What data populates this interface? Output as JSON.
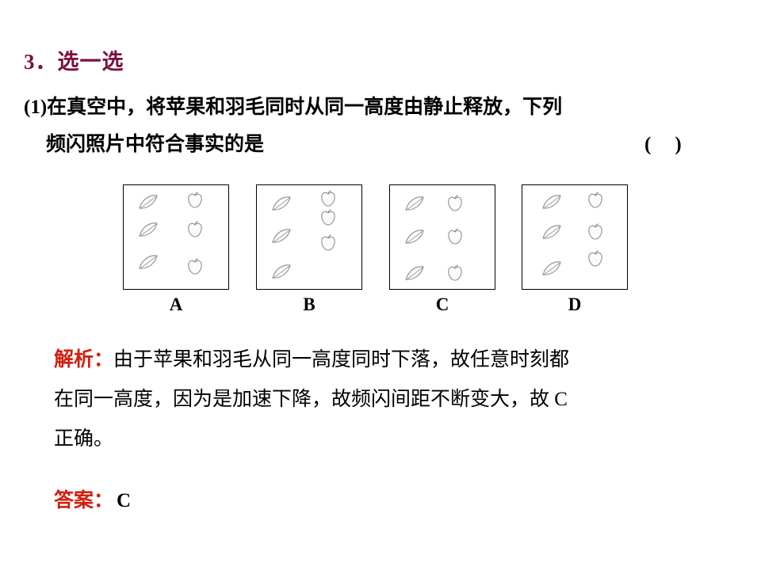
{
  "heading": "3．选一选",
  "question": {
    "line1": "(1)在真空中，将苹果和羽毛同时从同一高度由静止释放，下列",
    "line2": "频闪照片中符合事实的是",
    "paren_open": "(",
    "paren_close": ")"
  },
  "options": [
    {
      "label": "A"
    },
    {
      "label": "B"
    },
    {
      "label": "C"
    },
    {
      "label": "D"
    }
  ],
  "analysis": {
    "tag": "解析：",
    "line1": "由于苹果和羽毛从同一高度同时下落，故任意时刻都",
    "line2": "在同一高度，因为是加速下降，故频闪间距不断变大，故 C",
    "line3": "正确。"
  },
  "answer": {
    "tag": "答案：",
    "value": "C"
  },
  "colors": {
    "heading": "#7b1040",
    "accent_red": "#d21f10",
    "text": "#000000",
    "background": "#ffffff",
    "box_border": "#000000"
  },
  "icons": {
    "feather": "feather-icon",
    "apple": "apple-icon"
  }
}
